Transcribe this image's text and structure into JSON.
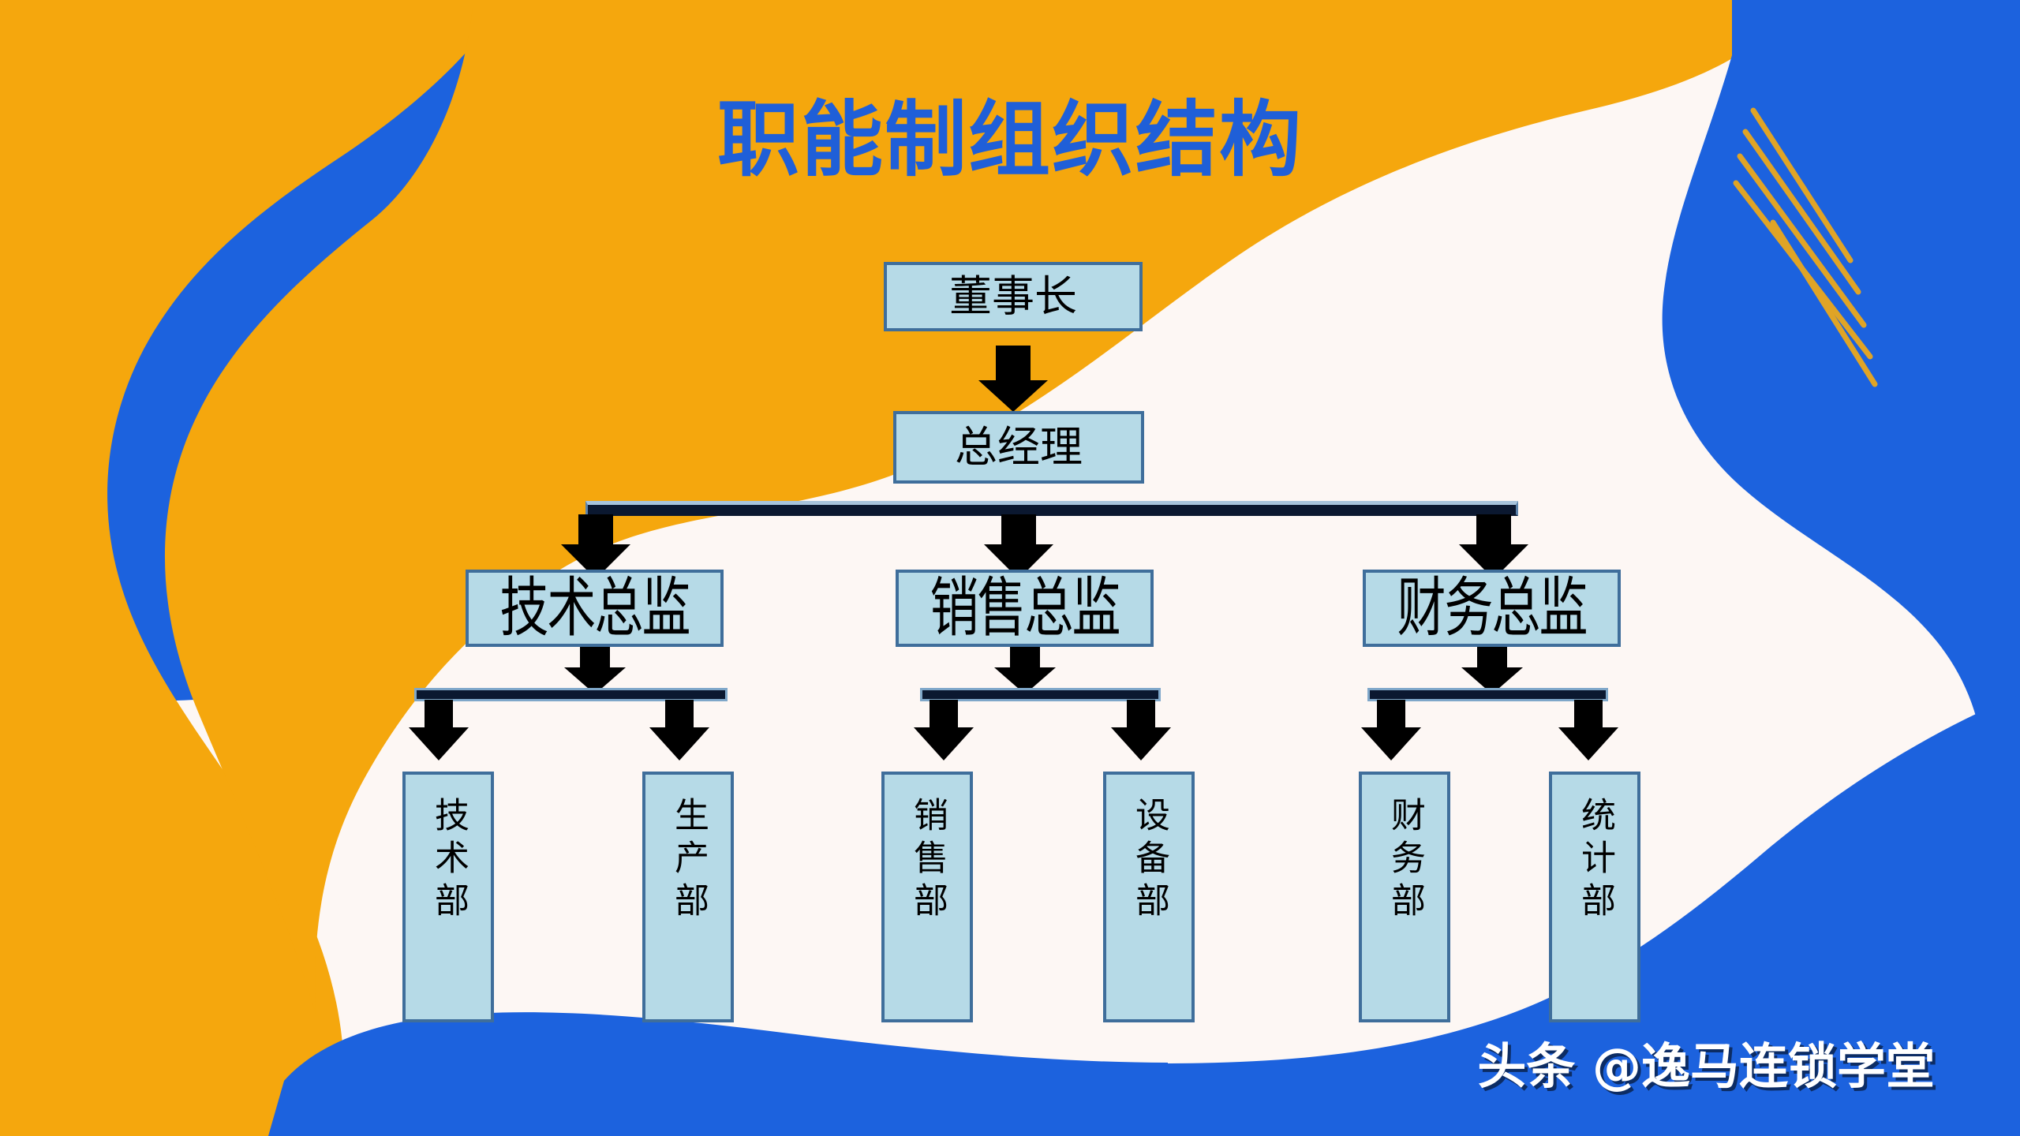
{
  "slide": {
    "title": "职能制组织结构",
    "watermark": "头条 @逸马连锁学堂"
  },
  "colors": {
    "background": "#FDF7F4",
    "brand_blue": "#1F5FD8",
    "wave_blue": "#1C62DE",
    "wave_orange": "#F5A70D",
    "accent_gold": "#E0A426",
    "node_fill": "#B6DAE7",
    "node_border": "#3F6E9B",
    "connector": "#0B1830",
    "title_color": "#1F5FD8",
    "watermark_color": "#FFFFFF"
  },
  "chart_data": {
    "type": "diagram",
    "title": "职能制组织结构",
    "orientation": "top-down",
    "levels": [
      {
        "level": 1,
        "nodes": [
          "董事长"
        ]
      },
      {
        "level": 2,
        "nodes": [
          "总经理"
        ]
      },
      {
        "level": 3,
        "nodes": [
          "技术总监",
          "销售总监",
          "财务总监"
        ]
      },
      {
        "level": 4,
        "nodes": [
          "技术部",
          "生产部",
          "销售部",
          "设备部",
          "财务部",
          "统计部"
        ]
      }
    ],
    "edges": [
      {
        "from": "董事长",
        "to": "总经理"
      },
      {
        "from": "总经理",
        "to": "技术总监"
      },
      {
        "from": "总经理",
        "to": "销售总监"
      },
      {
        "from": "总经理",
        "to": "财务总监"
      },
      {
        "from": "技术总监",
        "to": "技术部"
      },
      {
        "from": "技术总监",
        "to": "生产部"
      },
      {
        "from": "销售总监",
        "to": "销售部"
      },
      {
        "from": "销售总监",
        "to": "设备部"
      },
      {
        "from": "财务总监",
        "to": "财务部"
      },
      {
        "from": "财务总监",
        "to": "统计部"
      }
    ]
  },
  "nodes": {
    "chairman": {
      "label": "董事长"
    },
    "general_manager": {
      "label": "总经理"
    },
    "tech_director": {
      "label": "技术总监"
    },
    "sales_director": {
      "label": "销售总监"
    },
    "finance_director": {
      "label": "财务总监"
    },
    "tech_dept": {
      "label": "技术部"
    },
    "production_dept": {
      "label": "生产部"
    },
    "sales_dept": {
      "label": "销售部"
    },
    "equipment_dept": {
      "label": "设备部"
    },
    "finance_dept": {
      "label": "财务部"
    },
    "statistics_dept": {
      "label": "统计部"
    }
  }
}
